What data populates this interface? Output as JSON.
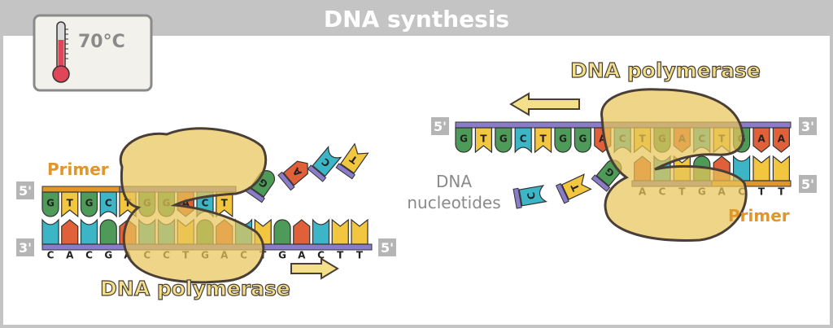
{
  "title": "DNA synthesis",
  "temperature": "70°C",
  "colors": {
    "G": "#4e9a58",
    "T": "#f3c63f",
    "C": "#3cb5c6",
    "A": "#e0603a",
    "backbone": "#8a7cc8",
    "primer": "#e0962a",
    "enzyme": "#e8c559"
  },
  "left": {
    "primer_label": "Primer",
    "enzyme_label": "DNA polymerase",
    "top_end": "5'",
    "bottom_start": "3'",
    "bottom_end": "5'",
    "top_strand": [
      "G",
      "T",
      "G",
      "C",
      "T",
      "G",
      "G",
      "A",
      "C",
      "T"
    ],
    "bottom_strand": [
      "C",
      "A",
      "C",
      "G",
      "A",
      "C",
      "C",
      "T",
      "G",
      "A",
      "C",
      "T",
      "G",
      "A",
      "C",
      "T",
      "T"
    ],
    "incoming": [
      "G",
      "A",
      "C",
      "T"
    ]
  },
  "center_label": [
    "DNA",
    "nucleotides"
  ],
  "right": {
    "primer_label": "Primer",
    "enzyme_label": "DNA polymerase",
    "top_start": "5'",
    "top_end": "3'",
    "bottom_end": "5'",
    "top_strand": [
      "G",
      "T",
      "G",
      "C",
      "T",
      "G",
      "G",
      "A",
      "C",
      "T",
      "G",
      "A",
      "C",
      "T",
      "G",
      "A",
      "A"
    ],
    "bottom_strand": [
      "A",
      "C",
      "T",
      "G",
      "A",
      "C",
      "T",
      "T"
    ],
    "incoming": [
      "G",
      "T",
      "C"
    ]
  }
}
